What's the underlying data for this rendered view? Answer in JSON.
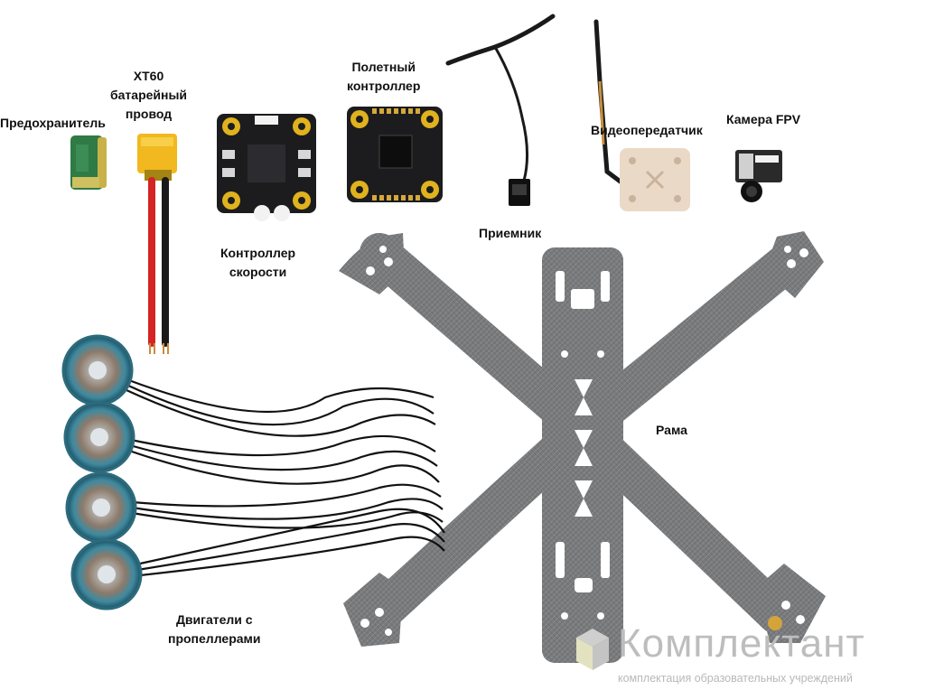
{
  "labels": {
    "fuse": "Предохранитель",
    "xt60": [
      "XT60",
      "батарейный",
      "провод"
    ],
    "flight_controller": [
      "Полетный",
      "контроллер"
    ],
    "speed_controller": [
      "Контроллер",
      "скорости"
    ],
    "receiver": "Приемник",
    "video_transmitter": "Видеопередатчик",
    "fpv_camera": "Камера FPV",
    "frame": "Рама",
    "motors": [
      "Двигатели с",
      "пропеллерами"
    ]
  },
  "watermark": {
    "name": "Комплектант",
    "tagline": "комплектация образовательных учреждений"
  },
  "icons": [
    "fuse-icon",
    "xt60-cable-icon",
    "esc-board-icon",
    "flight-controller-board-icon",
    "receiver-antenna-icon",
    "video-transmitter-icon",
    "fpv-camera-icon",
    "carbon-frame-icon",
    "motor-icon",
    "watermark-logo-icon"
  ],
  "colors": {
    "carbon": "#77787a",
    "board": "#1c1c1e",
    "pad_gold": "#e0b21e",
    "motor_teal": "#3d8aa1",
    "vtx_board": "#ead9c6",
    "watermark": "#bdbdbd"
  }
}
